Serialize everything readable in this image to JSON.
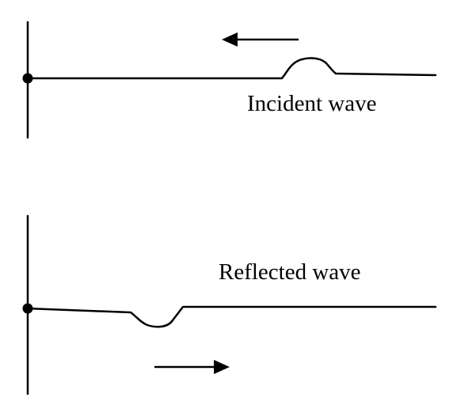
{
  "diagram": {
    "incident": {
      "label": "Incident wave",
      "arrow_direction": "left"
    },
    "reflected": {
      "label": "Reflected wave",
      "arrow_direction": "right"
    },
    "colors": {
      "stroke": "#000000",
      "text": "#000000",
      "background": "#ffffff"
    }
  }
}
